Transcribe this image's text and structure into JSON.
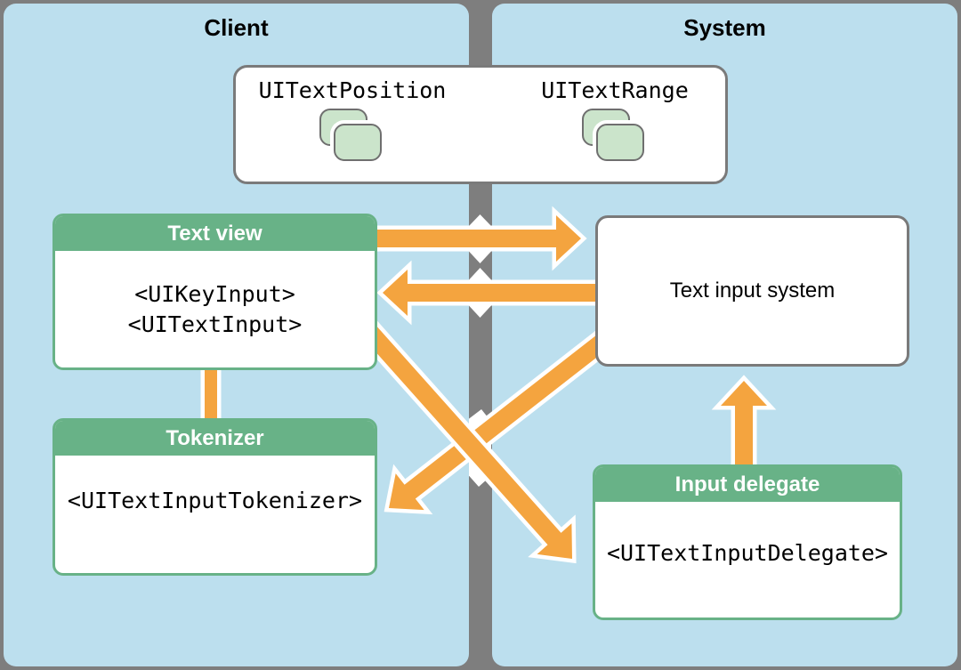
{
  "panels": {
    "client": {
      "title": "Client"
    },
    "system": {
      "title": "System"
    }
  },
  "top_box": {
    "items": [
      {
        "label": "UITextPosition",
        "icon": "stacked-objects-icon"
      },
      {
        "label": "UITextRange",
        "icon": "stacked-objects-icon"
      }
    ]
  },
  "boxes": {
    "text_view": {
      "title": "Text view",
      "protocols": [
        "<UIKeyInput>",
        "<UITextInput>"
      ]
    },
    "tokenizer": {
      "title": "Tokenizer",
      "protocols": [
        "<UITextInputTokenizer>"
      ]
    },
    "input_delegate": {
      "title": "Input delegate",
      "protocols": [
        "<UITextInputDelegate>"
      ]
    },
    "text_input_system": {
      "label": "Text input system"
    }
  },
  "edges": [
    {
      "from": "text-view",
      "to": "text-input-system",
      "type": "arrow"
    },
    {
      "from": "text-input-system",
      "to": "text-view",
      "type": "arrow"
    },
    {
      "from": "text-input-system",
      "to": "tokenizer",
      "type": "arrow"
    },
    {
      "from": "text-view",
      "to": "input-delegate",
      "type": "arrow"
    },
    {
      "from": "input-delegate",
      "to": "text-input-system",
      "type": "arrow"
    },
    {
      "from": "text-view",
      "to": "tokenizer",
      "type": "connector"
    }
  ],
  "colors": {
    "background_gray": "#7e7e7e",
    "panel_blue": "#bcdfee",
    "header_green": "#68b287",
    "icon_green": "#cbe4cb",
    "arrow_orange": "#f4a43f",
    "box_border_gray": "#7a7a7a",
    "outline_white": "#ffffff"
  }
}
